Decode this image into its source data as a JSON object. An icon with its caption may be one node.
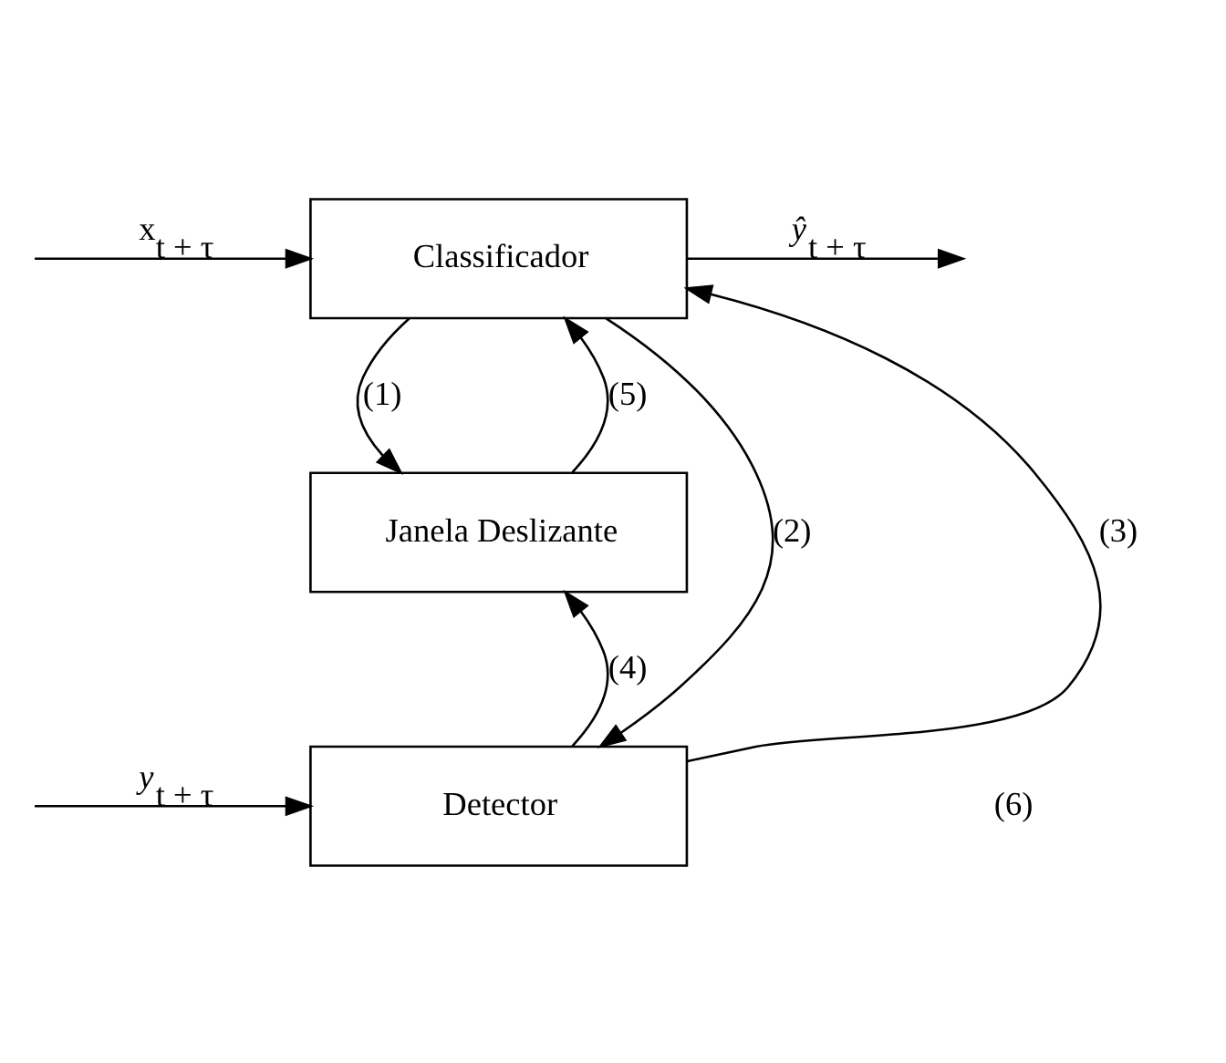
{
  "diagram": {
    "nodes": [
      {
        "text": [
          "Classificador"
        ]
      },
      {
        "text": [
          "Janela Deslizante"
        ]
      },
      {
        "text": [
          "Detector"
        ]
      }
    ],
    "edges": [
      {
        "from": null,
        "to": 0,
        "arrow": "to",
        "label": "x$_{t + τ}$"
      },
      {
        "from": 0,
        "to": null,
        "arrow": "to",
        "label": "*ŷ*$_{t + τ}$"
      },
      {
        "from": 0,
        "to": 1,
        "arrow": "to",
        "label": "(1)"
      },
      {
        "from": 1,
        "to": 0,
        "arrow": "to",
        "label": "(5)"
      },
      {
        "from": 2,
        "to": 0,
        "arrow": "to",
        "label": "(3)"
      },
      {
        "from": 0,
        "to": 2,
        "arrow": "to",
        "label": "(2)"
      },
      {
        "from": 2,
        "to": 1,
        "arrow": "to",
        "label": "(4)"
      },
      {
        "from": null,
        "to": 2,
        "arrow": "to",
        "label": "*y*$_{t + τ}$"
      }
    ],
    "labels": [
      "(6)"
    ]
  }
}
